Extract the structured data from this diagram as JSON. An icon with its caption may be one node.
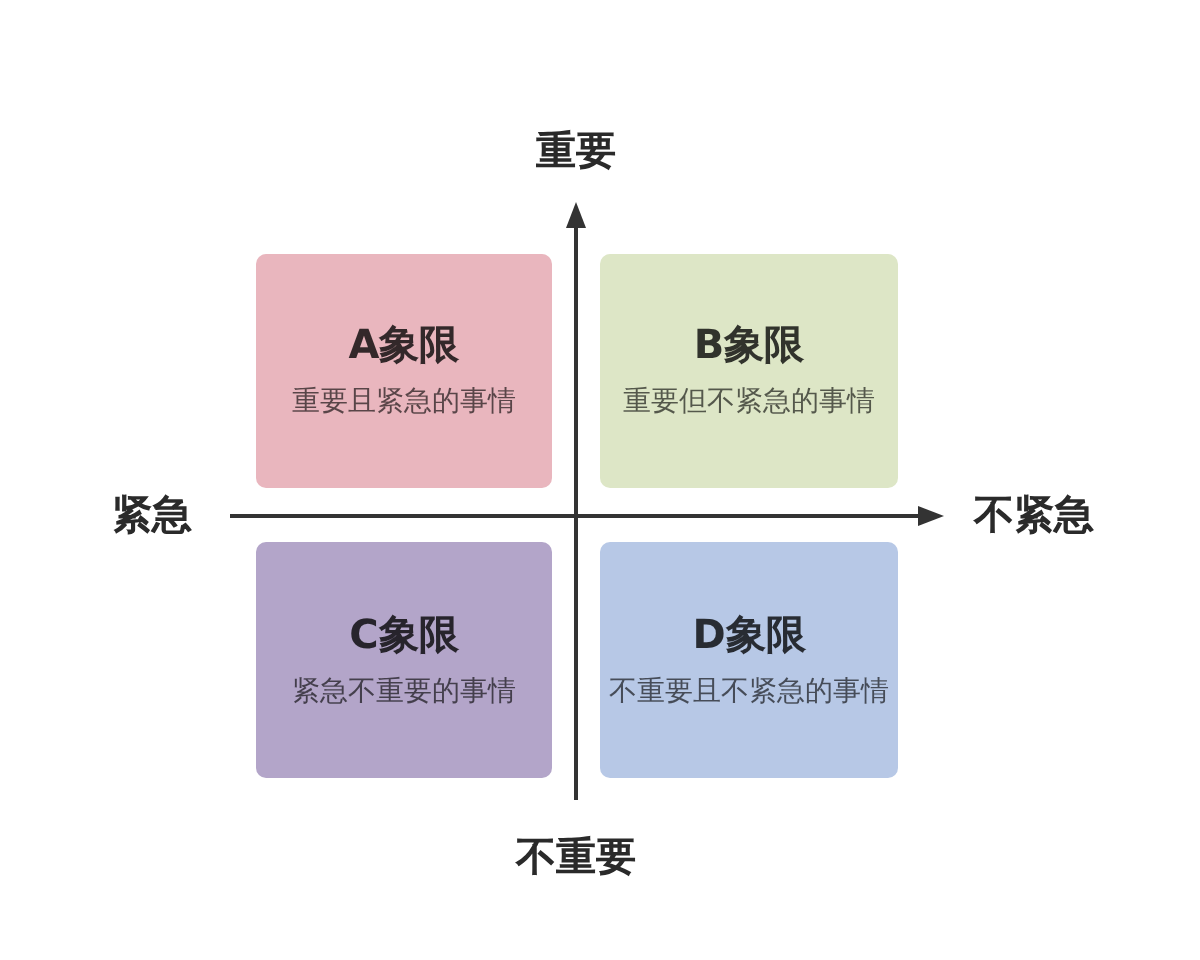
{
  "diagram": {
    "nodes": [
      {
        "text": [
          "A象限",
          "重要且紧急的事情"
        ]
      },
      {
        "text": [
          "B象限",
          "重要但不紧急的事情"
        ]
      },
      {
        "text": [
          "C象限",
          "紧急不重要的事情"
        ]
      },
      {
        "text": [
          "D象限",
          "不重要且不紧急的事情"
        ]
      }
    ],
    "labels": [
      "重要",
      "紧急",
      "不紧急",
      "不重要"
    ]
  }
}
